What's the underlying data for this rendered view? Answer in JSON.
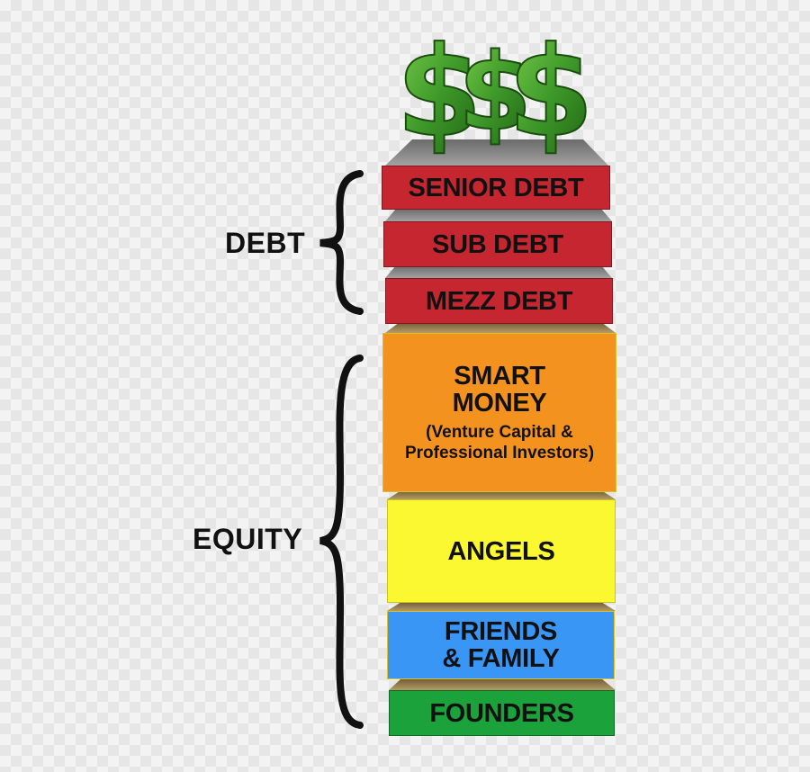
{
  "top_icon": {
    "name": "dollar-signs-icon",
    "glyphs": [
      "$",
      "$",
      "$"
    ],
    "color": "#3f9a2a"
  },
  "groups": [
    {
      "key": "debt",
      "label": "DEBT"
    },
    {
      "key": "equity",
      "label": "EQUITY"
    }
  ],
  "layers": [
    {
      "key": "senior-debt",
      "group": "debt",
      "label": "SENIOR DEBT",
      "color": "#c62630"
    },
    {
      "key": "sub-debt",
      "group": "debt",
      "label": "SUB DEBT",
      "color": "#c62630"
    },
    {
      "key": "mezz-debt",
      "group": "debt",
      "label": "MEZZ DEBT",
      "color": "#c62630"
    },
    {
      "key": "smart-money",
      "group": "equity",
      "label_lines": [
        "SMART",
        "MONEY"
      ],
      "sub_lines": [
        "(Venture Capital &",
        "Professional Investors)"
      ],
      "color": "#f4921f"
    },
    {
      "key": "angels",
      "group": "equity",
      "label": "ANGELS",
      "color": "#fbf730"
    },
    {
      "key": "friends-family",
      "group": "equity",
      "label_lines": [
        "FRIENDS",
        "& FAMILY"
      ],
      "color": "#3a96f5"
    },
    {
      "key": "founders",
      "group": "equity",
      "label": "FOUNDERS",
      "color": "#1ba23a"
    }
  ]
}
